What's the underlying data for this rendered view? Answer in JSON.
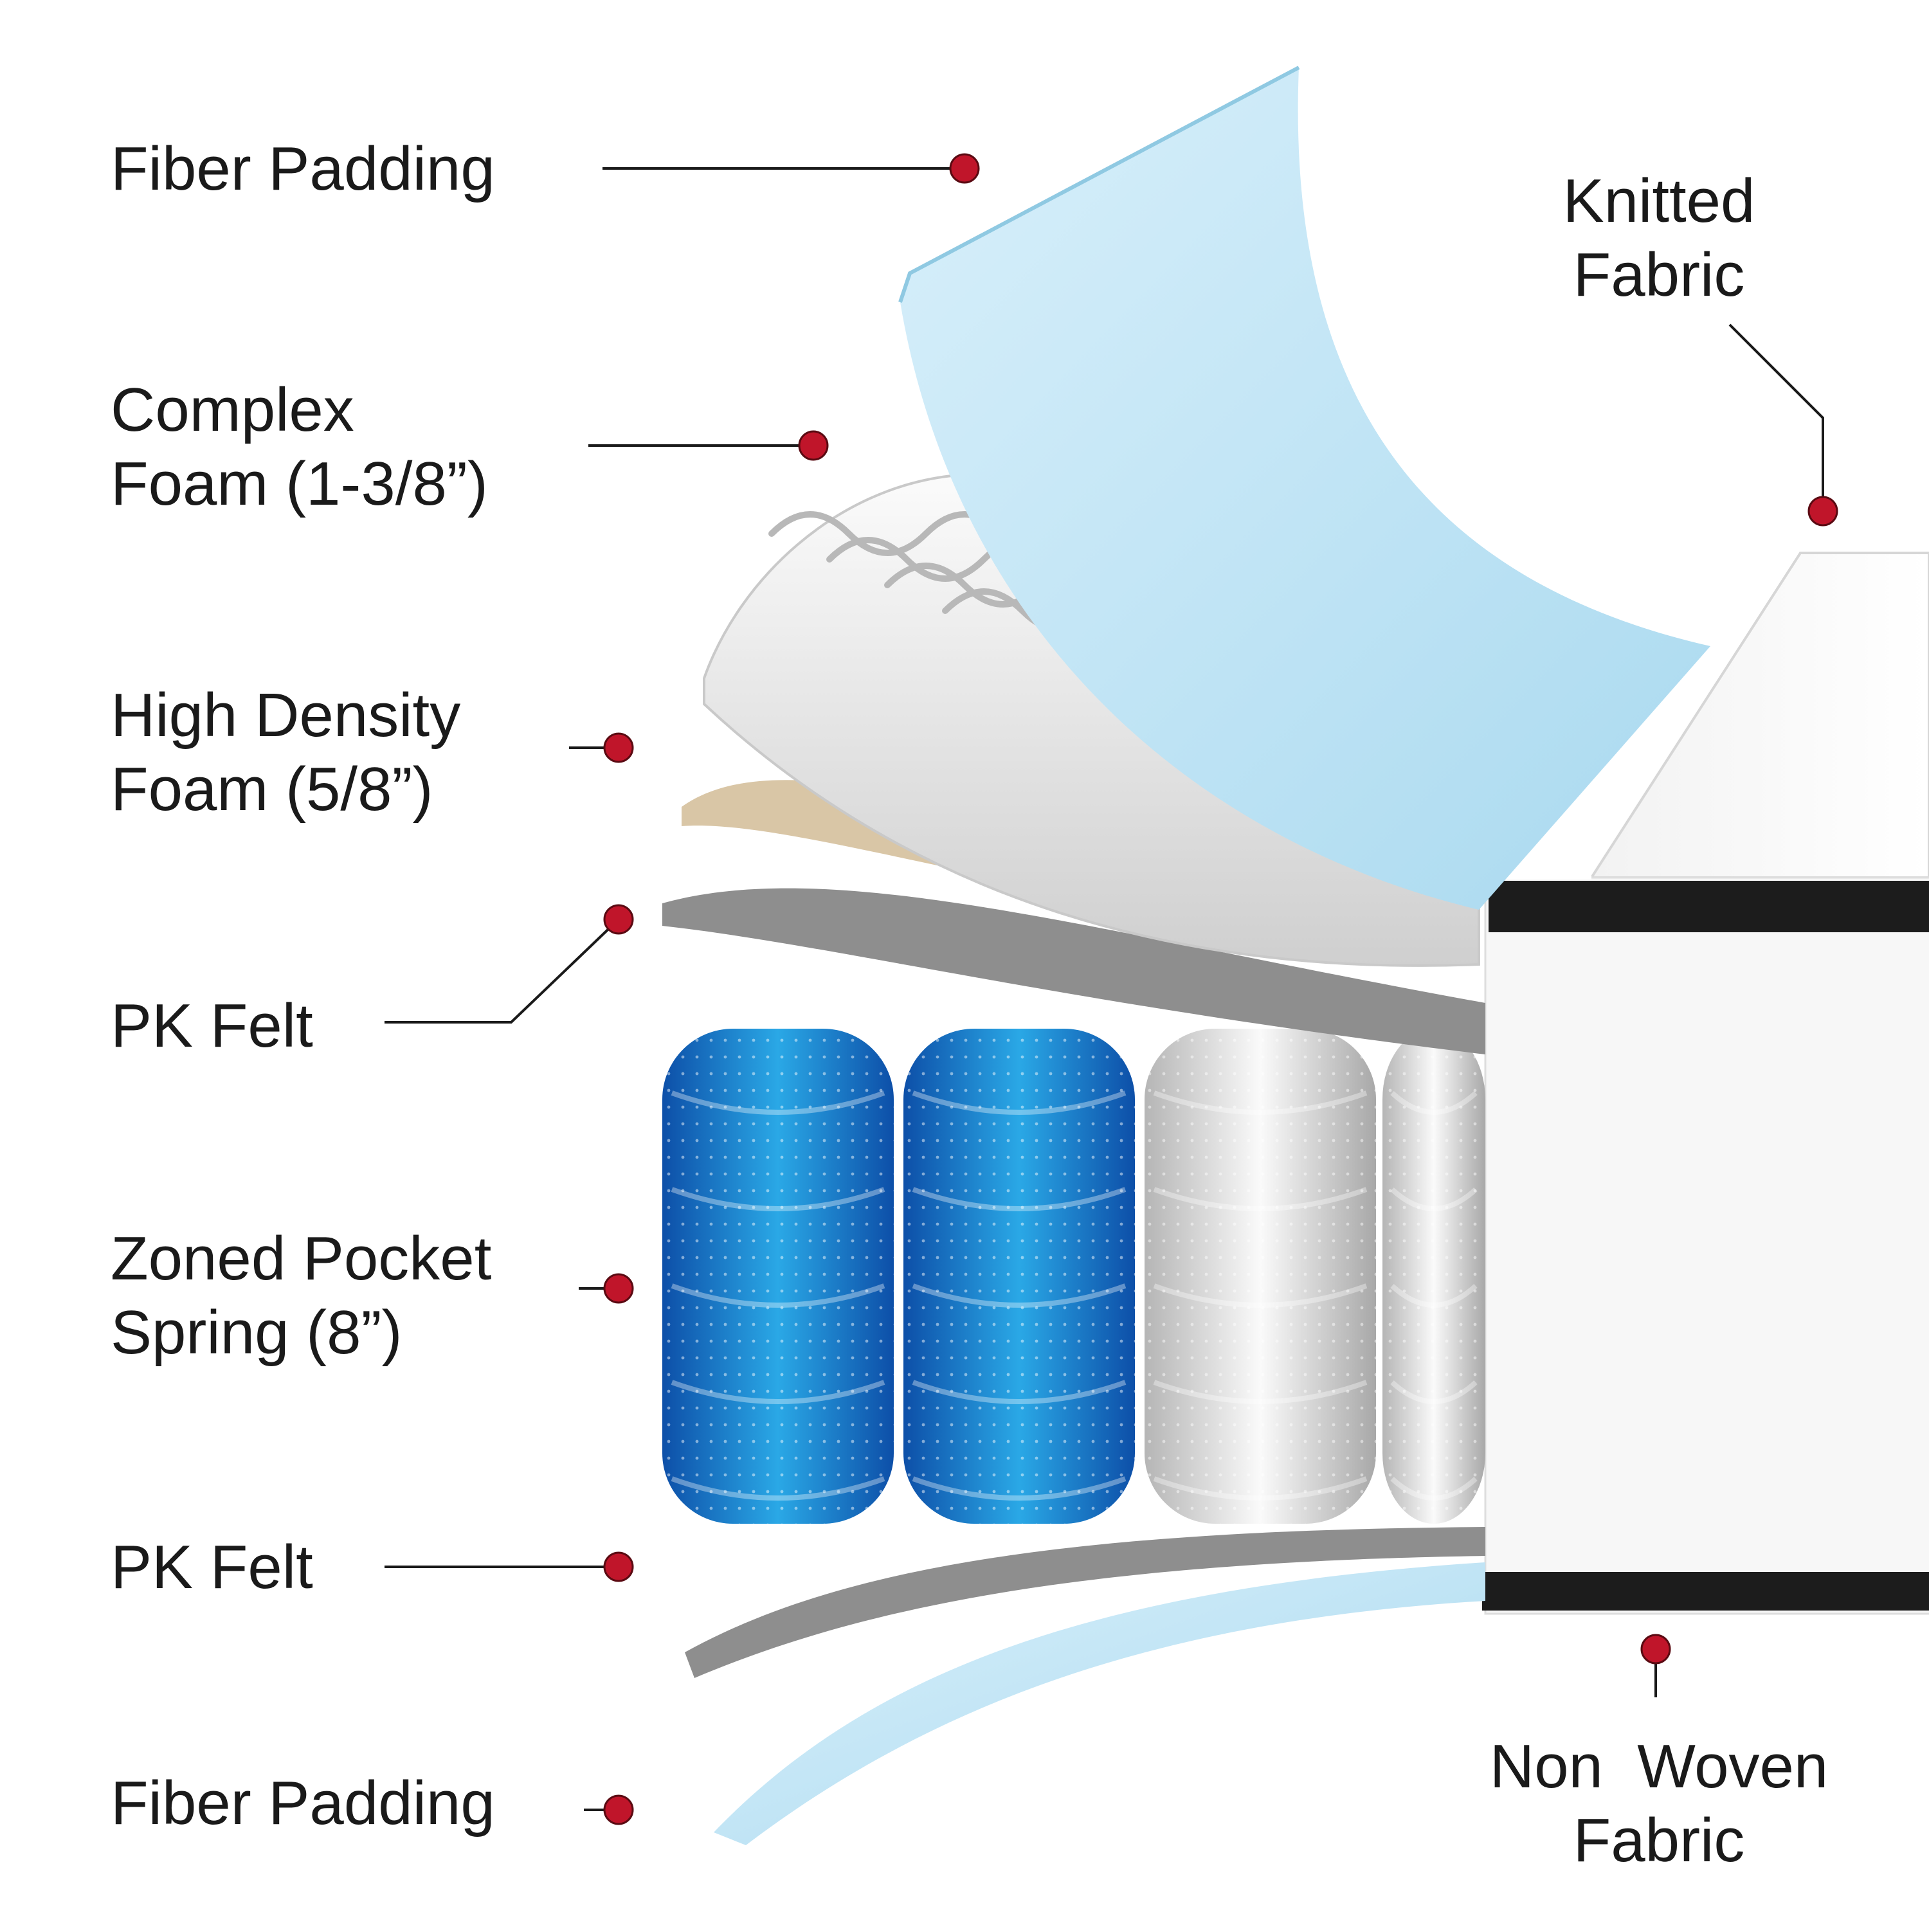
{
  "diagram": {
    "labels": [
      {
        "key": "fiber_padding_top",
        "lines": [
          "Fiber Padding"
        ]
      },
      {
        "key": "complex_foam",
        "lines": [
          "Complex",
          "Foam (1-3/8”)"
        ]
      },
      {
        "key": "high_density_foam",
        "lines": [
          "High Density",
          "Foam (5/8”)"
        ]
      },
      {
        "key": "pk_felt_top",
        "lines": [
          "PK Felt"
        ]
      },
      {
        "key": "zoned_pocket_spring",
        "lines": [
          "Zoned Pocket",
          "Spring (8”)"
        ]
      },
      {
        "key": "pk_felt_bottom",
        "lines": [
          "PK Felt"
        ]
      },
      {
        "key": "fiber_padding_bottom",
        "lines": [
          "Fiber Padding"
        ]
      },
      {
        "key": "knitted_fabric",
        "lines": [
          "Knitted",
          "Fabric"
        ]
      },
      {
        "key": "non_woven_fabric",
        "lines": [
          "Non  Woven",
          "Fabric"
        ]
      }
    ],
    "colors": {
      "marker": "#c0152a",
      "leader": "#1a1a1a",
      "fiber_padding": "#bfe3f3",
      "complex_foam": "#ececec",
      "high_density_foam": "#d9c6a6",
      "pk_felt": "#8e8e8e",
      "spring_blue": "#1f8ed6",
      "spring_white": "#e8e8e8",
      "border_band": "#1c1c1c",
      "fabric": "#f7f7f7"
    }
  }
}
